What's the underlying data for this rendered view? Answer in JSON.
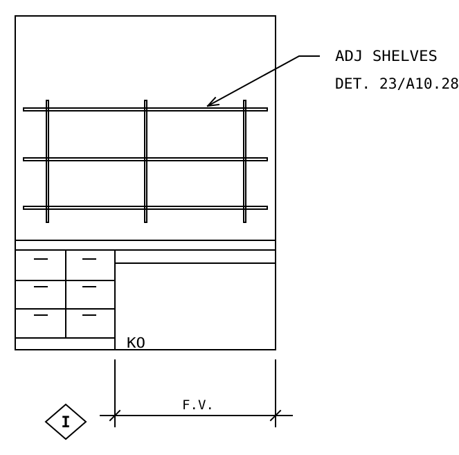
{
  "callout": {
    "line1": "ADJ SHELVES",
    "line2": "DET. 23/A10.28"
  },
  "cabinet_label": "KO",
  "dimension_label": "F.V.",
  "elevation_marker_symbol": "I",
  "colors": {
    "line": "#000000",
    "background": "#ffffff"
  }
}
